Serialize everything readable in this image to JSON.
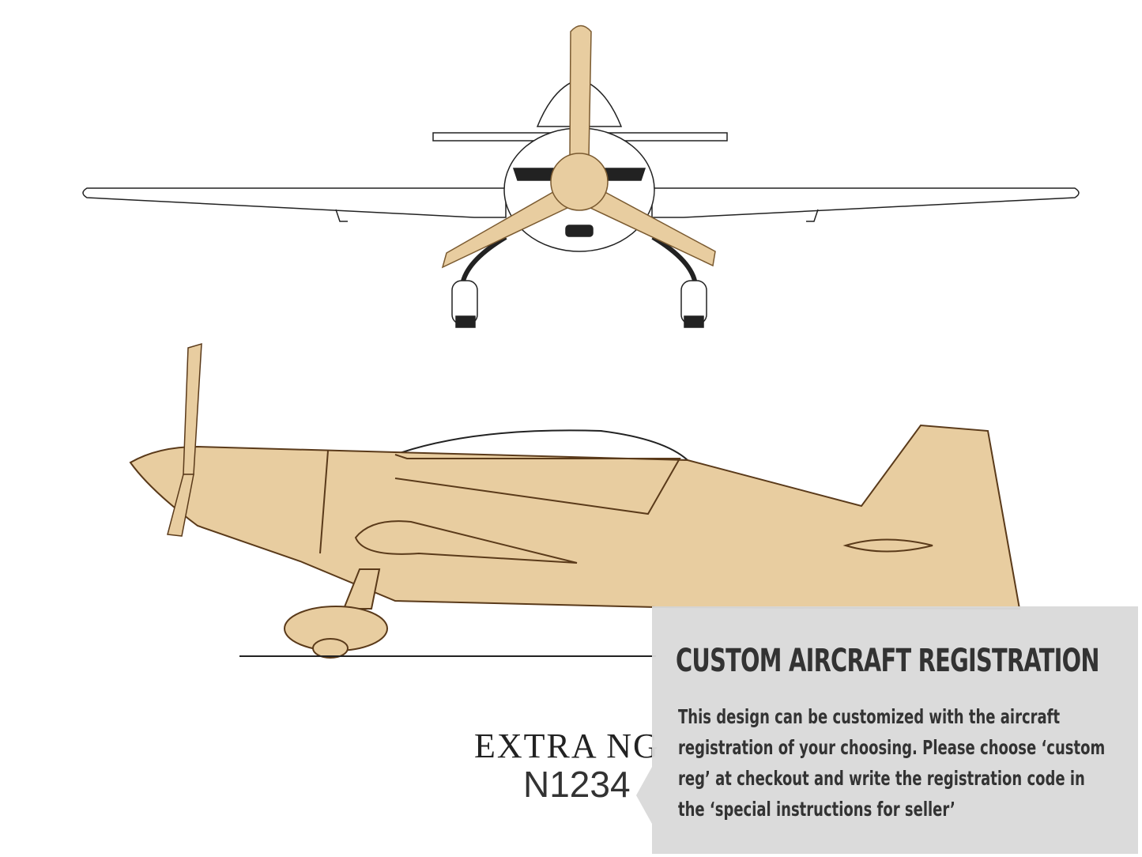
{
  "product": {
    "model_name": "EXTRA NG",
    "registration": "N1234"
  },
  "info_panel": {
    "title": "CUSTOM AIRCRAFT REGISTRATION",
    "body": "This design can be customized with the aircraft registration of your choosing. Please choose ‘custom reg’ at checkout and write the registration code in the ‘special instructions for seller’"
  },
  "colors": {
    "wood": "#e8cda0",
    "engrave": "#5a3a1a",
    "panel": "#dadada"
  }
}
